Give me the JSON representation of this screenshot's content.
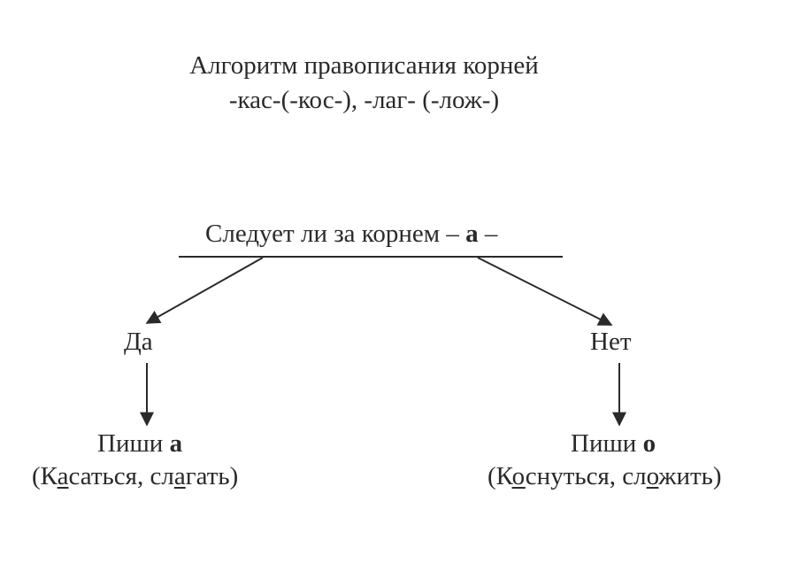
{
  "title": {
    "line1": "Алгоритм правописания корней",
    "line2": "-кас-(-кос-), -лаг- (-лож-)"
  },
  "question": {
    "prefix": "Следует ли за корнем",
    "dash_left": "–",
    "letter": "а",
    "dash_right": "–"
  },
  "branches": {
    "yes": {
      "label": "Да",
      "rule_prefix": "Пиши",
      "rule_letter": "а",
      "examples": {
        "open": "(К",
        "u1": "а",
        "mid": "саться, сл",
        "u2": "а",
        "close": "гать)"
      }
    },
    "no": {
      "label": "Нет",
      "rule_prefix": "Пиши",
      "rule_letter": "о",
      "examples": {
        "open": "(К",
        "u1": "о",
        "mid": "снуться, сл",
        "u2": "о",
        "close": "жить)"
      }
    }
  },
  "colors": {
    "ink": "#2a2a2a",
    "background": "#ffffff"
  }
}
